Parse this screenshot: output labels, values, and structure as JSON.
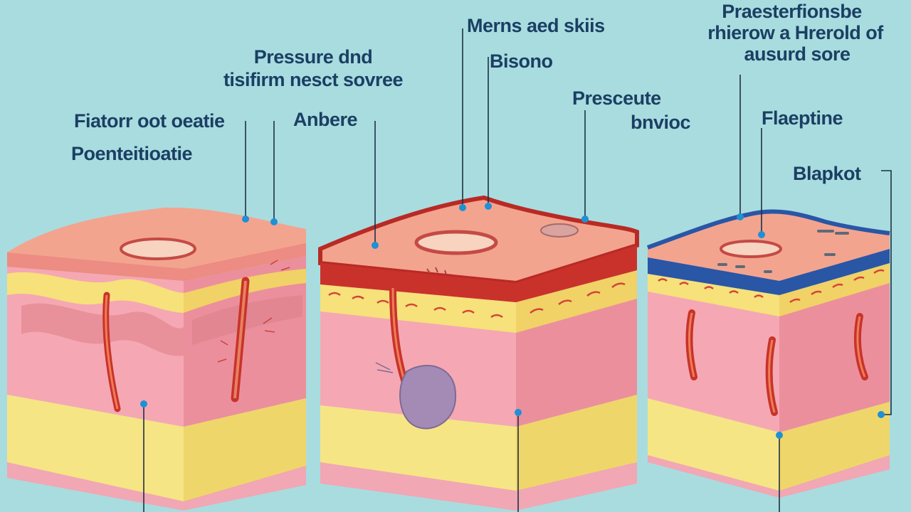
{
  "labels": {
    "l1_line1": "Fiatorr oot oeatie",
    "l1_line2": "Poenteitioatie",
    "l2_line1": "Pressure dnd",
    "l2_line2": "tisifirm nesct sovree",
    "l3": "Anbere",
    "l4": "Merns aed skiis",
    "l5": "Bisono",
    "l6_line1": "Presceute",
    "l6_line2": "bnvioc",
    "l7_line1": "Praesterfionsbe",
    "l7_line2": "rhierow a Hrerold of",
    "l7_line3": "ausurd sore",
    "l8": "Flaeptine",
    "l9": "Blapkot"
  },
  "colors": {
    "background": "#a9dcdf",
    "label_text": "#1b3f63",
    "leader_dot": "#1e90d6",
    "skin_top": "#f2a58f",
    "dermis": "#f3a1ac",
    "fat": "#f5e47e",
    "wound_red": "#c9322b",
    "stage3_border": "#2a56a6"
  }
}
